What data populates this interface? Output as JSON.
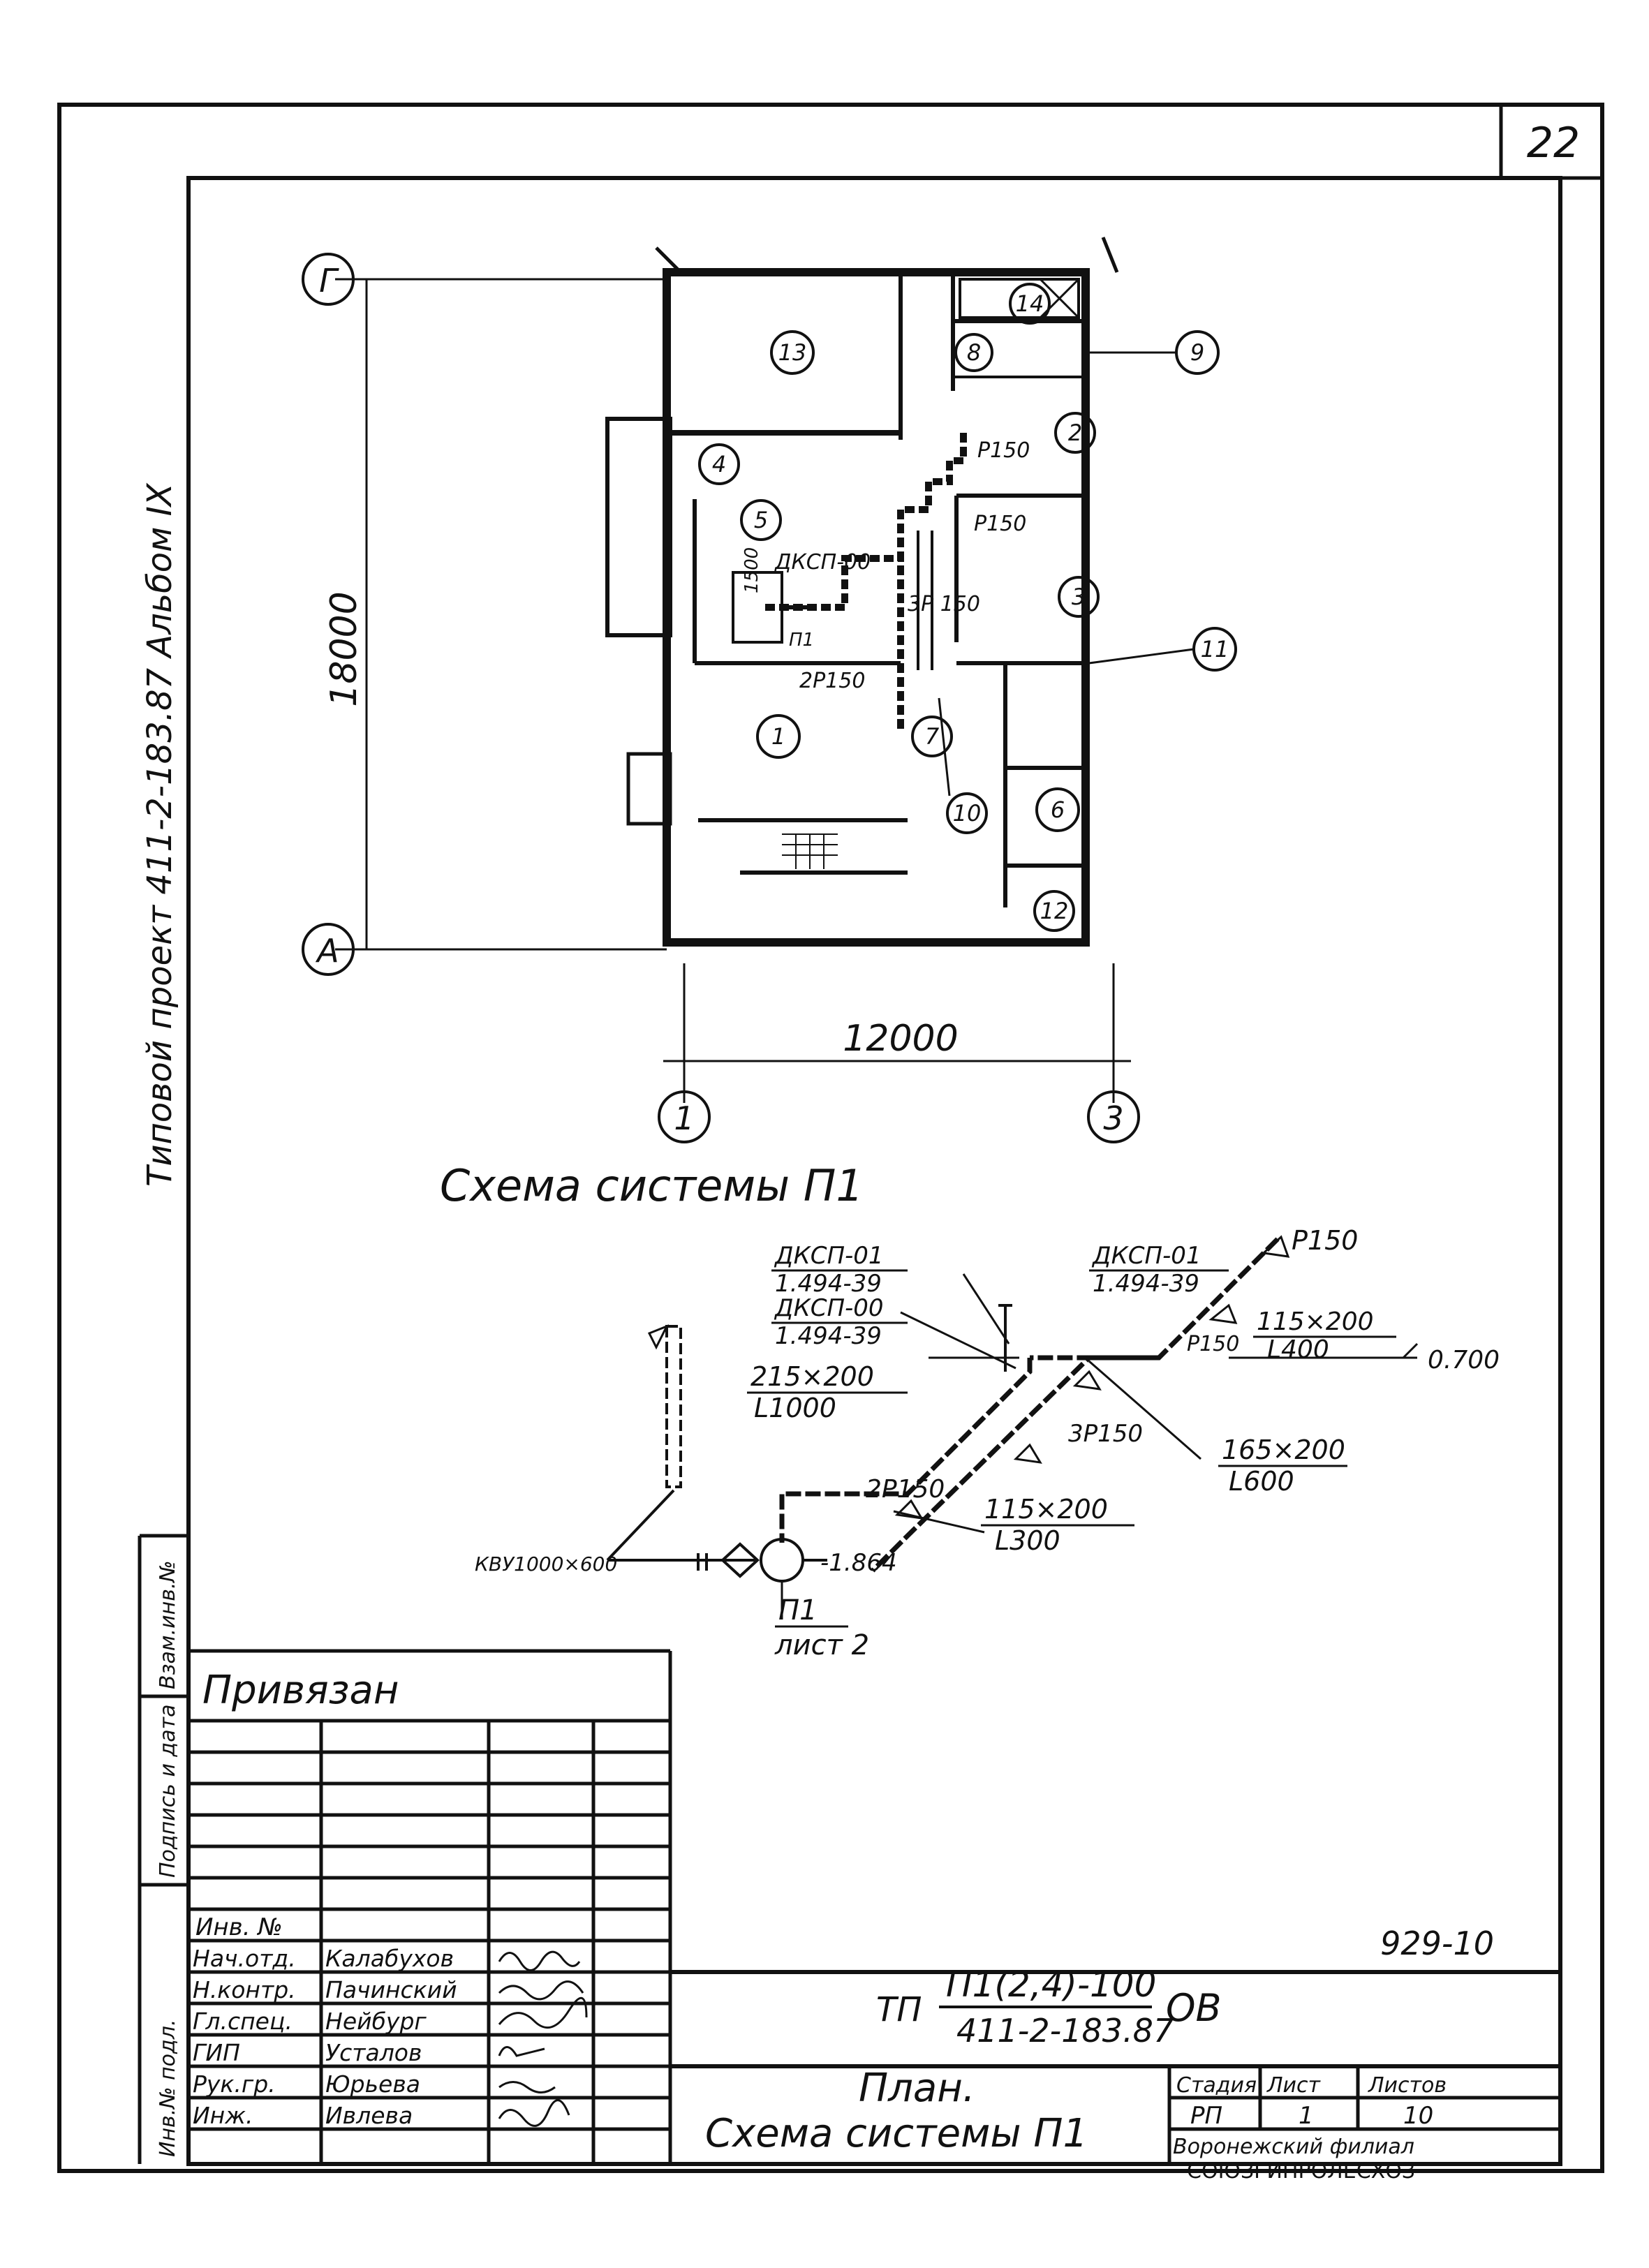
{
  "sheet": {
    "page_number": "22",
    "side_title": "Типовой проект 411-2-183.87 Альбом IX",
    "doc_code": "929-10",
    "colors": {
      "ink": "#111111",
      "paper": "#ffffff"
    }
  },
  "plan": {
    "axes": {
      "g": "Г",
      "a": "А",
      "one": "1",
      "three": "3"
    },
    "dim_vertical": "18000",
    "dim_horizontal": "12000",
    "rooms": [
      "13",
      "14",
      "8",
      "9",
      "2",
      "4",
      "5",
      "3",
      "11",
      "1",
      "7",
      "10",
      "6",
      "12"
    ],
    "labels": {
      "p150_a": "Р150",
      "p150_b": "Р150",
      "p150_c": "3Р 150",
      "p150_d": "2Р150",
      "dksp": "ДКСП-00",
      "d1500": "1500",
      "p1": "П1"
    }
  },
  "scheme": {
    "title": "Схема системы П1",
    "labels": {
      "dksp01_a": "ДКСП-01",
      "ref_a": "1.494-39",
      "dksp00": "ДКСП-00",
      "ref_b": "1.494-39",
      "dksp01_b": "ДКСП-01",
      "ref_c": "1.494-39",
      "p150_top": "Р150",
      "p150_mid": "Р150",
      "size_115_200_a": "115×200",
      "len_400": "L400",
      "elev_0700": "0.700",
      "size_215_200": "215×200",
      "len_1000": "L1000",
      "p150_3": "3Р150",
      "size_165_200": "165×200",
      "len_600": "L600",
      "p150_2": "2Р150",
      "size_115_200_b": "115×200",
      "len_300": "L300",
      "kvu": "КВУ1000×600",
      "elev_1864": "-1.864",
      "ref_p1": "П1",
      "ref_sheet": "лист 2"
    }
  },
  "left_stamp": {
    "vzam": "Взам.инв.№",
    "podpis": "Подпись и дата",
    "inv_podl": "Инв.№ подл."
  },
  "title_block": {
    "privyazan": "Привязан",
    "inv_no": "Инв. №",
    "staff": [
      {
        "role": "Нач.отд.",
        "name": "Калабухов"
      },
      {
        "role": "Н.контр.",
        "name": "Пачинский"
      },
      {
        "role": "Гл.спец.",
        "name": "Нейбург"
      },
      {
        "role": "ГИП",
        "name": "Усталов"
      },
      {
        "role": "Рук.гр.",
        "name": "Юрьева"
      },
      {
        "role": "Инж.",
        "name": "Ивлева"
      }
    ],
    "code_prefix": "ТП",
    "code_top": "П1(2,4)-100",
    "code_bottom": "411-2-183.87",
    "code_suffix": "ОВ",
    "name_line1": "План.",
    "name_line2": "Схема системы П1",
    "stage_head": "Стадия",
    "sheet_head": "Лист",
    "sheets_head": "Листов",
    "stage": "РП",
    "sheet": "1",
    "sheets": "10",
    "org_line1": "Воронежский филиал",
    "org_line2": "СОЮЗГИПРОЛЕСХОЗ"
  }
}
